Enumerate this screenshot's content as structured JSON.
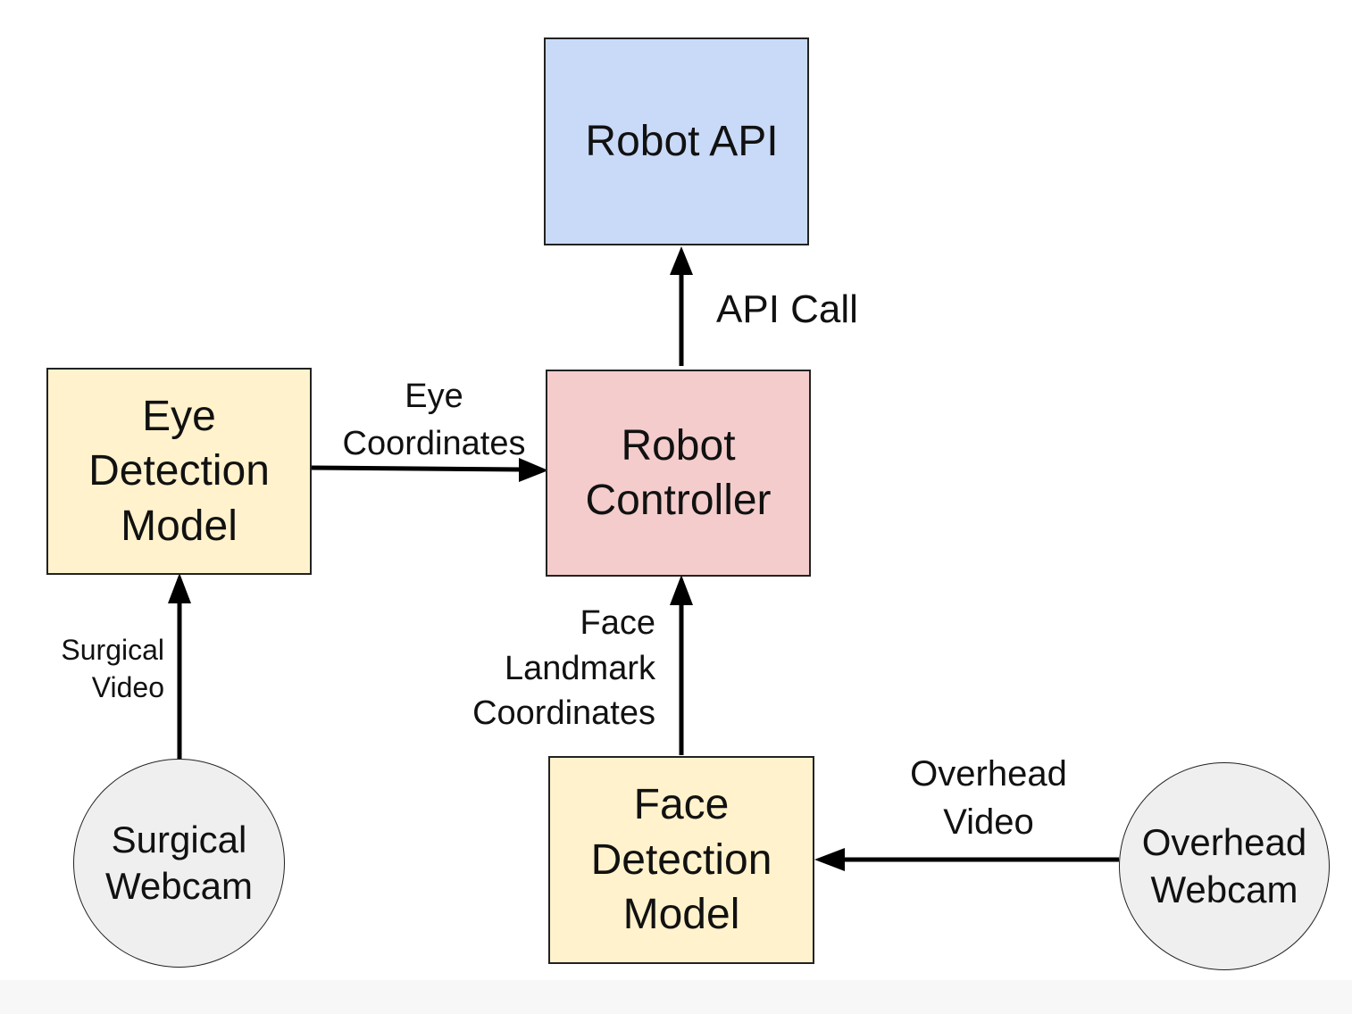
{
  "colors": {
    "api_fill": "#c9daf8",
    "controller_fill": "#f4cccc",
    "model_fill": "#fff2cc",
    "webcam_fill": "#efefef",
    "line": "#000000"
  },
  "nodes": {
    "robot_api": {
      "label_lines": [
        "Robot API"
      ]
    },
    "robot_controller": {
      "label_lines": [
        "Robot",
        "Controller"
      ]
    },
    "eye_model": {
      "label_lines": [
        "Eye",
        "Detection",
        "Model"
      ]
    },
    "face_model": {
      "label_lines": [
        "Face",
        "Detection",
        "Model"
      ]
    },
    "surgical_webcam": {
      "label_lines": [
        "Surgical",
        "Webcam"
      ]
    },
    "overhead_webcam": {
      "label_lines": [
        "Overhead",
        "Webcam"
      ]
    }
  },
  "edges": {
    "api_call": {
      "label_lines": [
        "API Call"
      ]
    },
    "eye_coordinates": {
      "label_lines": [
        "Eye",
        "Coordinates"
      ]
    },
    "face_landmarks": {
      "label_lines": [
        "Face",
        "Landmark",
        "Coordinates"
      ]
    },
    "surgical_video": {
      "label_lines": [
        "Surgical",
        "Video"
      ]
    },
    "overhead_video": {
      "label_lines": [
        "Overhead",
        "Video"
      ]
    }
  }
}
